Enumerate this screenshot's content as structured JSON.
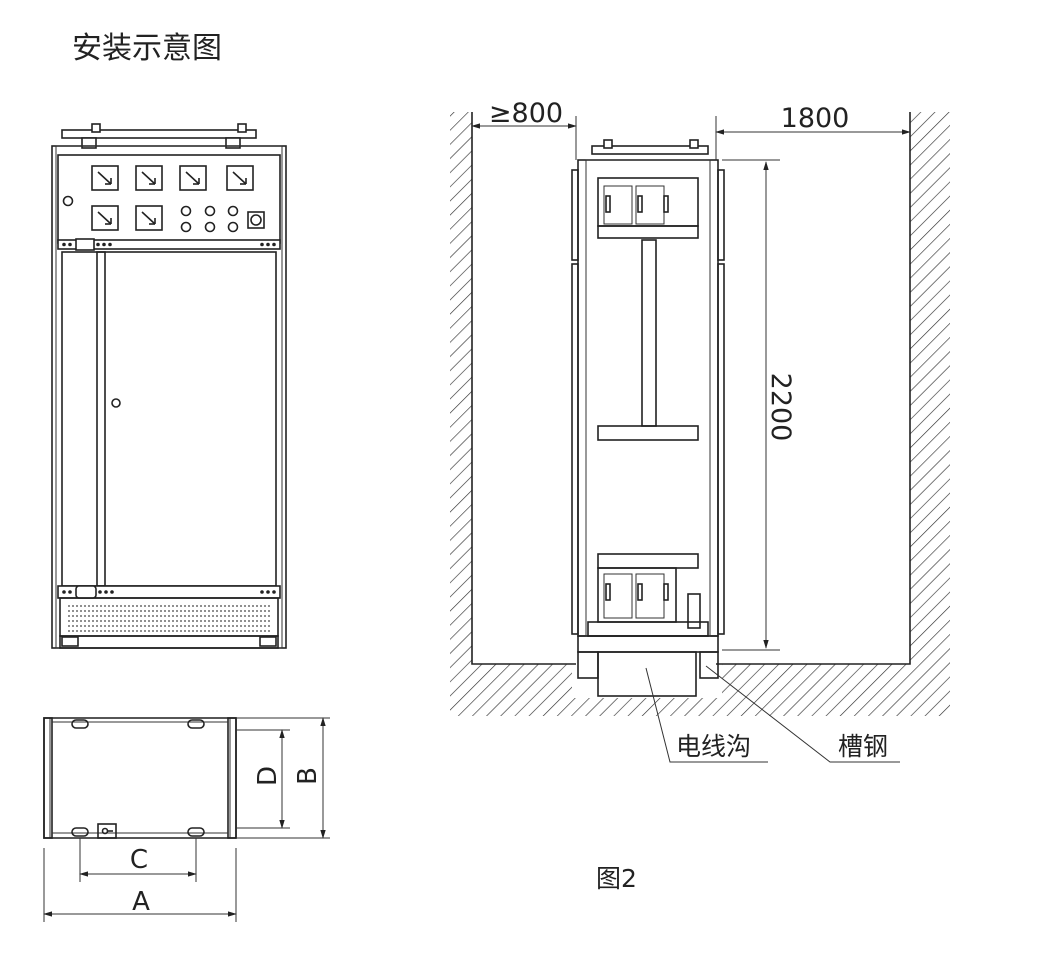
{
  "title": "安装示意图",
  "figure_caption": "图2",
  "dimensions": {
    "front_clearance": "≥800",
    "rear_clearance": "1800",
    "height": "2200",
    "A": "A",
    "B": "B",
    "C": "C",
    "D": "D"
  },
  "callouts": {
    "cable_trench": "电线沟",
    "channel_steel": "槽钢"
  },
  "colors": {
    "line": "#222222",
    "background": "#ffffff"
  }
}
